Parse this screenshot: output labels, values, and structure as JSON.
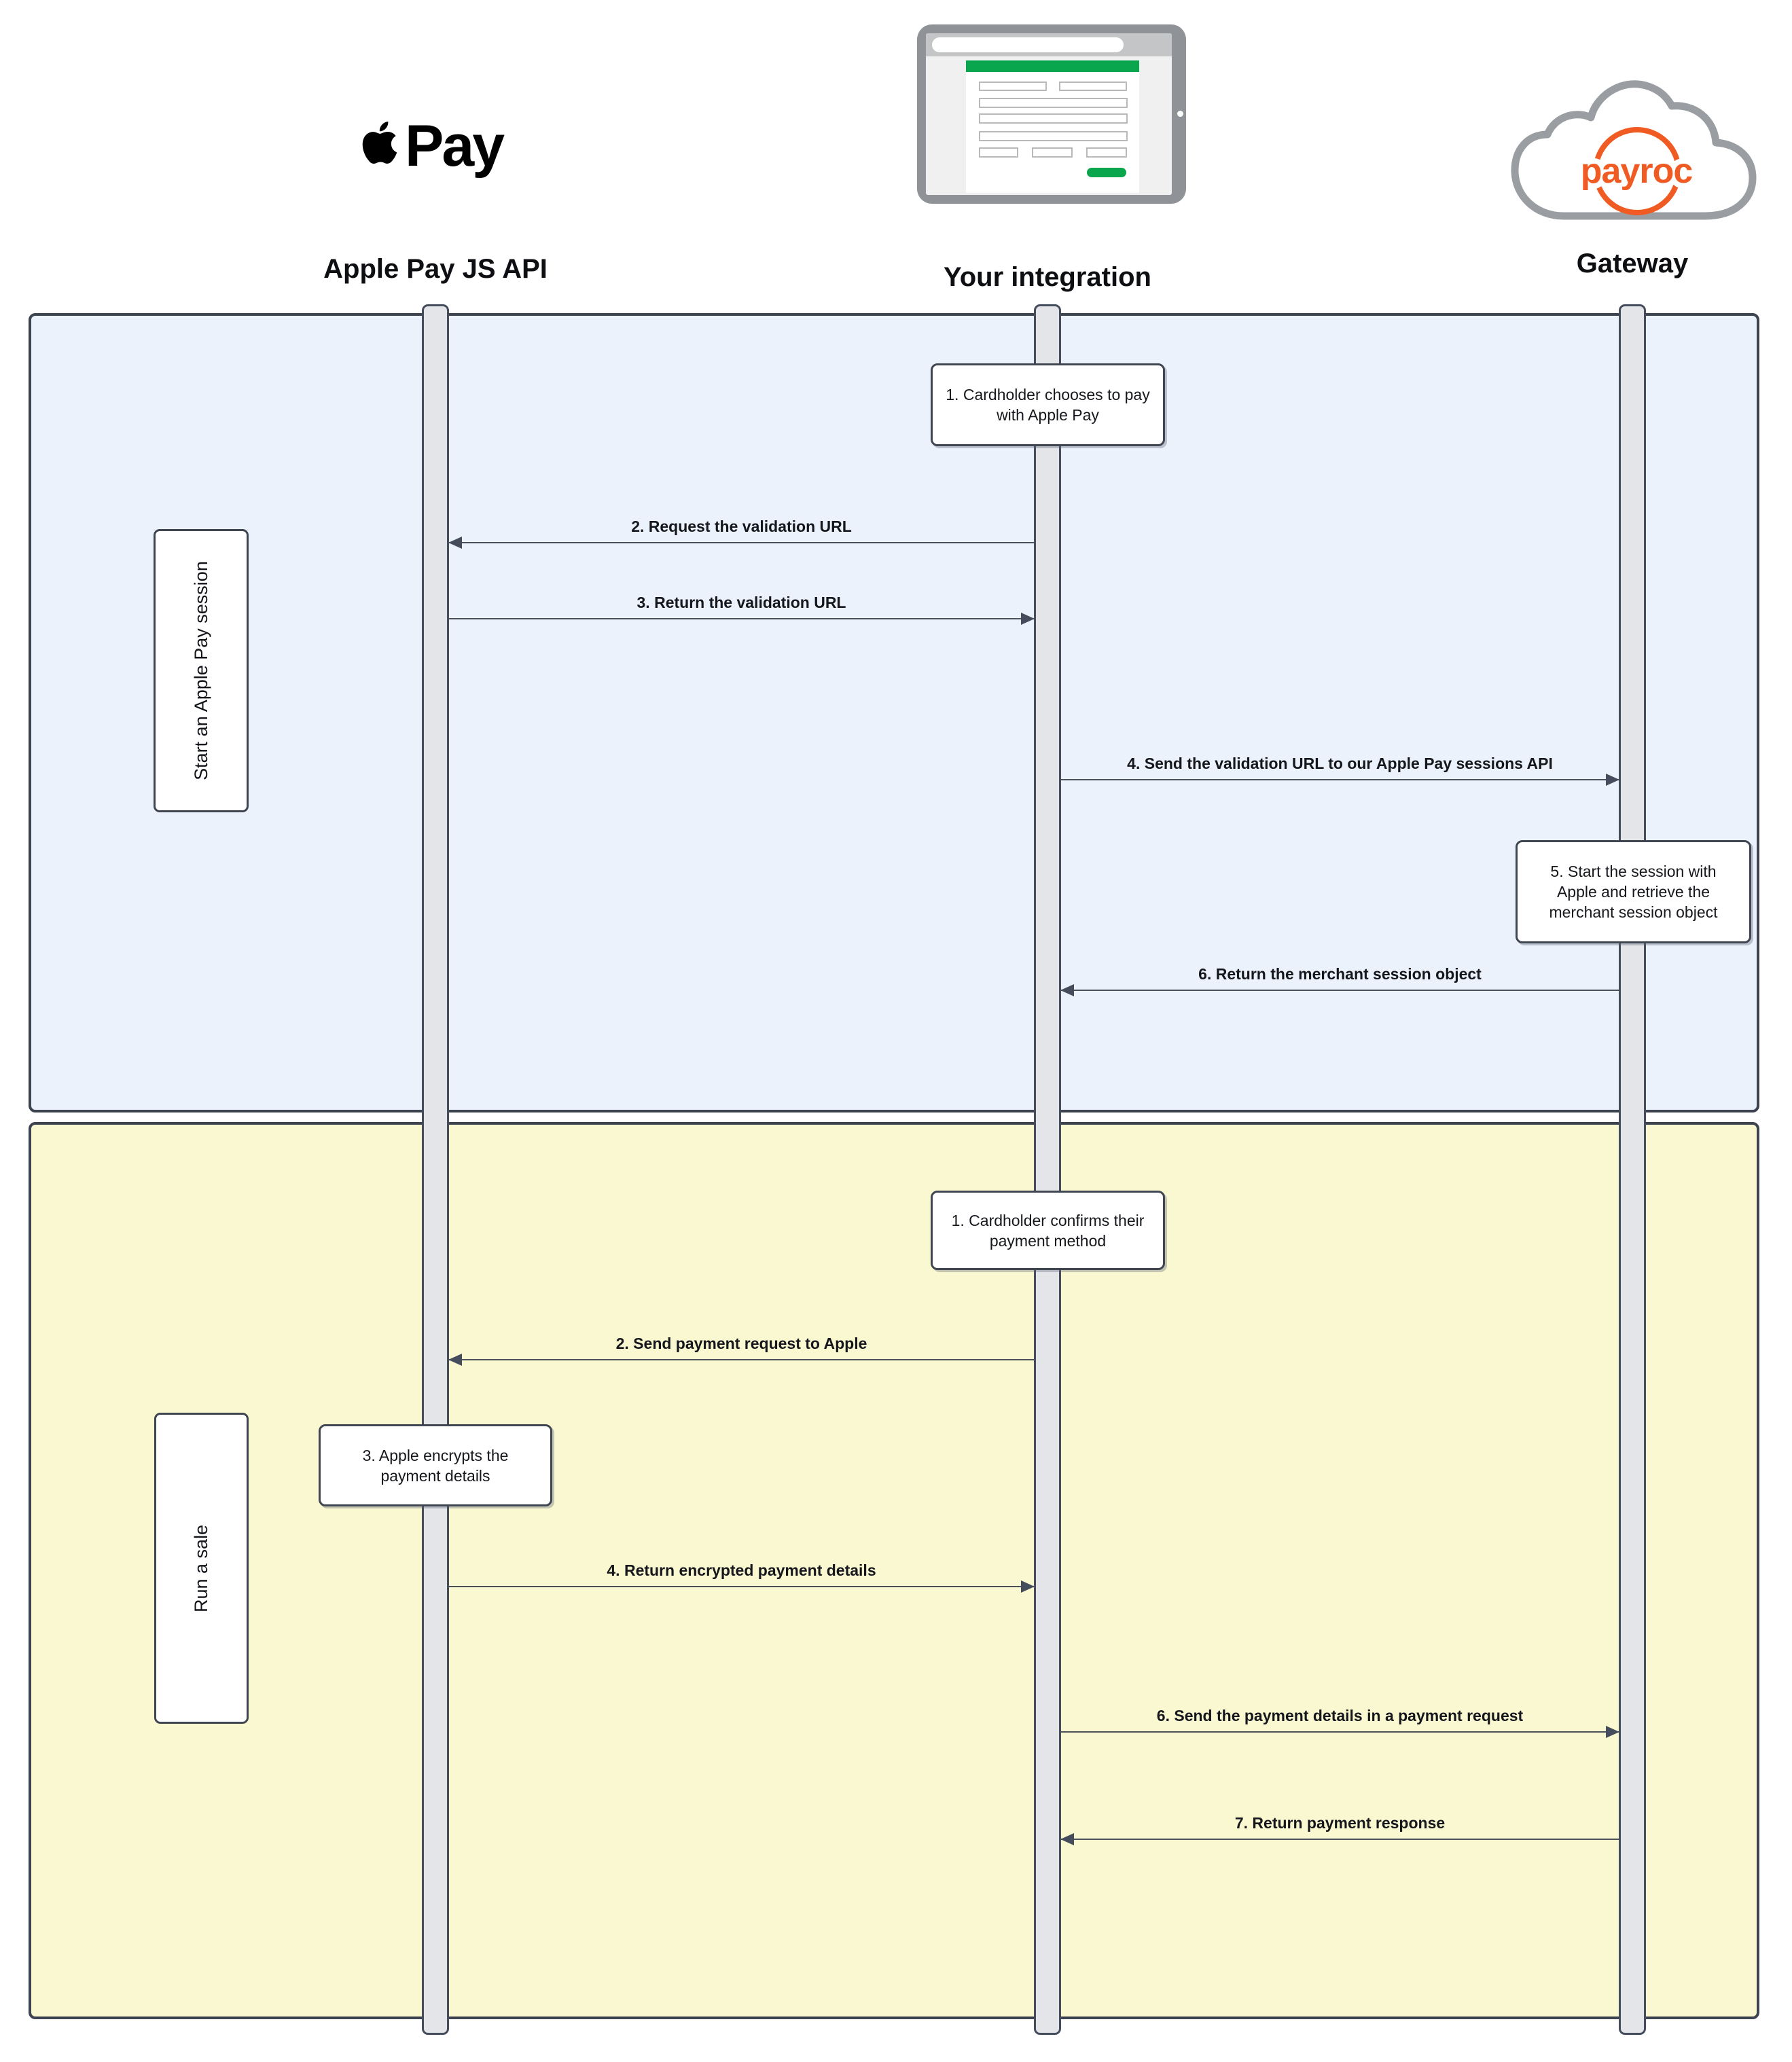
{
  "actors": {
    "apple": {
      "label": "Apple Pay JS API",
      "logo_text": "Pay"
    },
    "integration": {
      "label": "Your integration"
    },
    "gateway": {
      "label": "Gateway",
      "logo_text": "payroc"
    }
  },
  "phases": {
    "session": {
      "label": "Start an Apple Pay session",
      "notes": {
        "n1": {
          "lines": [
            "1. Cardholder chooses to pay",
            "with Apple Pay"
          ]
        },
        "n5": {
          "lines": [
            "5. Start the session with",
            "Apple and retrieve the",
            "merchant session object"
          ]
        }
      },
      "messages": {
        "m2": "2. Request the validation URL",
        "m3": "3. Return the validation URL",
        "m4": "4. Send the validation URL to our Apple Pay sessions API",
        "m6": "6. Return the merchant session object"
      }
    },
    "sale": {
      "label": "Run a sale",
      "notes": {
        "n1": {
          "lines": [
            "1. Cardholder confirms their",
            "payment method"
          ]
        },
        "n3": {
          "lines": [
            "3. Apple encrypts the",
            "payment details"
          ]
        }
      },
      "messages": {
        "m2": "2. Send payment request to Apple",
        "m4": "4. Return encrypted payment details",
        "m6": "6. Send the payment details in a payment request",
        "m7": "7. Return payment response"
      }
    }
  },
  "colors": {
    "session_fill": "#ebf2fc",
    "sale_fill": "#faf8d0",
    "frame_border": "#3d4450",
    "lifeline_fill": "#e3e5e8",
    "arrow": "#4a5159",
    "payroc_orange": "#f05b23",
    "cloud_gray": "#9a9ea2",
    "integration_green": "#0aa64e",
    "tablet_gray": "#8f9397"
  }
}
